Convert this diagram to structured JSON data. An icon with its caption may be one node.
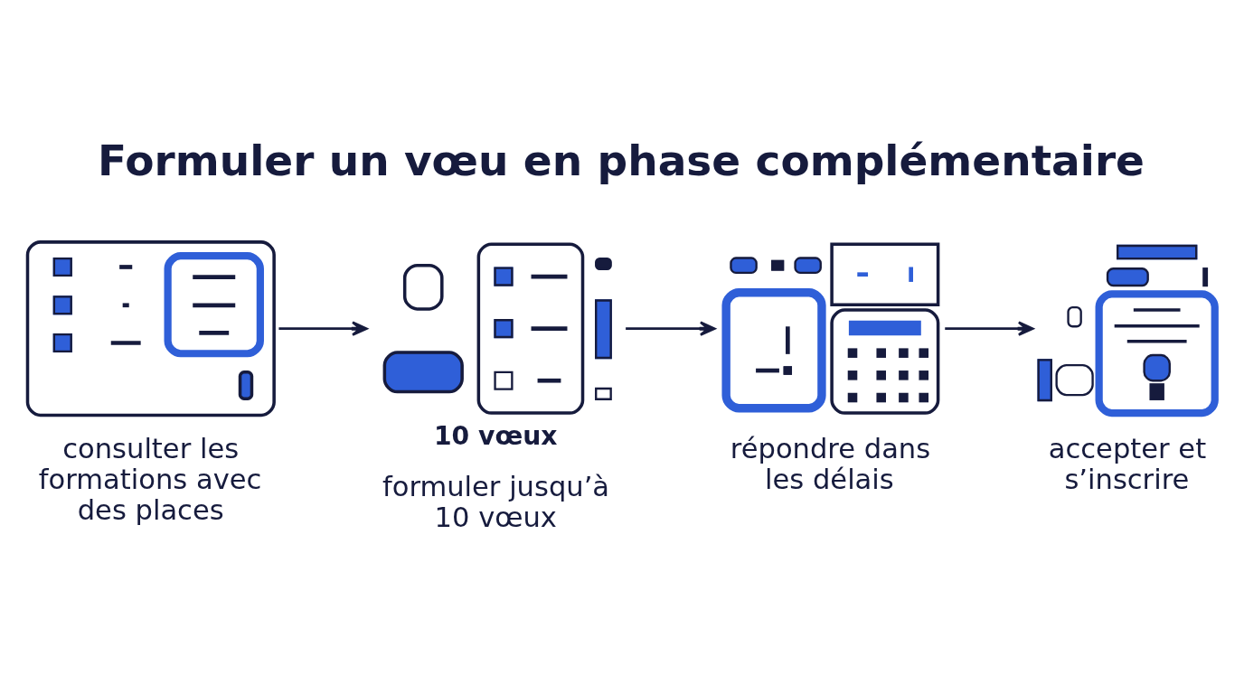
{
  "diagram": {
    "title": "Formuler un vœu en phase complémentaire",
    "nodes": [
      {
        "text": [],
        "shape": "picture",
        "beside": [
          "consulter les formations avec des places"
        ]
      },
      {
        "text": [],
        "shape": "picture",
        "beside": [
          "10 vœux",
          "formuler jusqu’à 10 vœux"
        ]
      },
      {
        "text": [],
        "shape": "picture",
        "beside": [
          "répondre dans les délais"
        ]
      },
      {
        "text": [],
        "shape": "picture",
        "beside": [
          "accepter et s’inscrire"
        ]
      }
    ],
    "edges": [
      {
        "from": 0,
        "to": 1,
        "arrow": "to"
      },
      {
        "from": 1,
        "to": 2,
        "arrow": "to"
      },
      {
        "from": 2,
        "to": 3,
        "arrow": "to"
      }
    ]
  }
}
